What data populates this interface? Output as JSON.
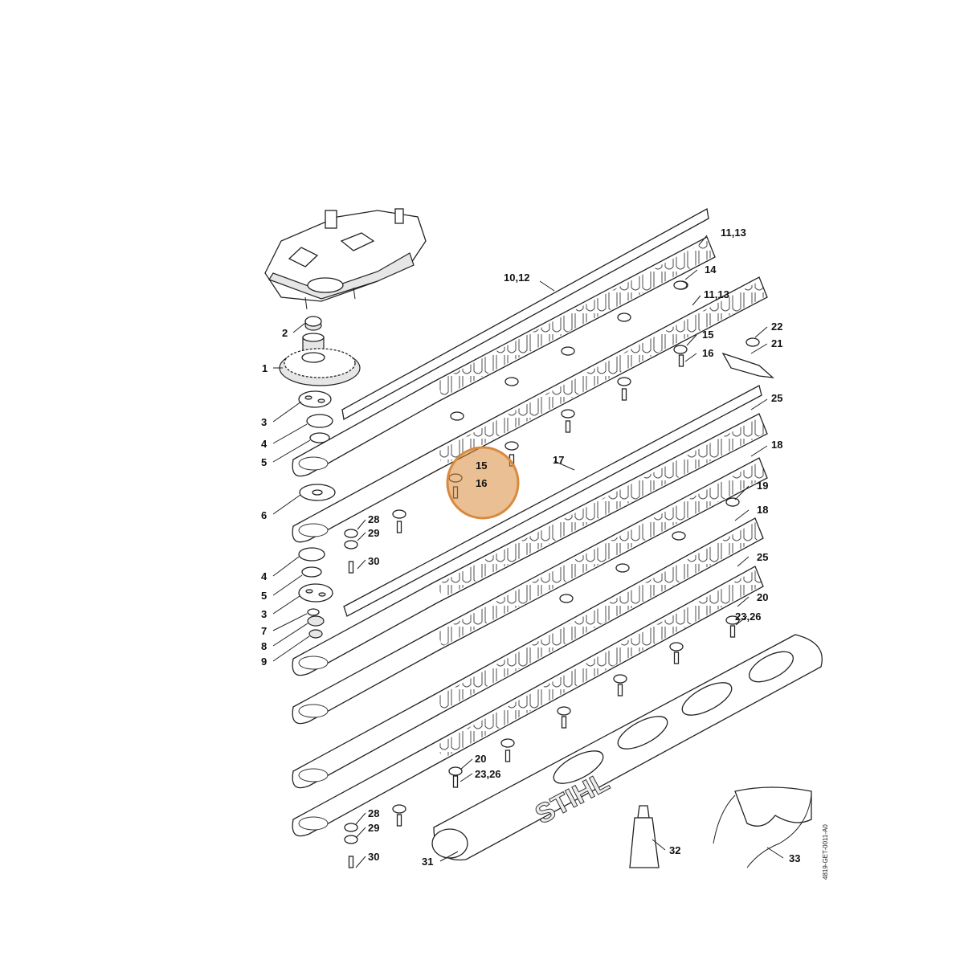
{
  "brand": "STIHL",
  "drawing_code": "4819-GET-0011-A0",
  "highlight": {
    "color": "#d98a3d",
    "marks": [
      "15",
      "16"
    ]
  },
  "labels": {
    "l_11_13_top": "11,13",
    "l_14": "14",
    "l_10_12": "10,12",
    "l_11_13_b": "11,13",
    "l_2": "2",
    "l_1": "1",
    "l_22": "22",
    "l_21": "21",
    "l_15_r": "15",
    "l_16_r": "16",
    "l_3_a": "3",
    "l_4_a": "4",
    "l_5_a": "5",
    "l_25_a": "25",
    "l_18_a": "18",
    "l_17": "17",
    "l_15_c": "15",
    "l_16_c": "16",
    "l_19": "19",
    "l_6": "6",
    "l_18_b": "18",
    "l_28_a": "28",
    "l_29_a": "29",
    "l_30_a": "30",
    "l_25_b": "25",
    "l_4_b": "4",
    "l_5_b": "5",
    "l_20_a": "20",
    "l_3_b": "3",
    "l_23_26_a": "23,26",
    "l_7": "7",
    "l_8": "8",
    "l_9": "9",
    "l_20_b": "20",
    "l_23_26_b": "23,26",
    "l_28_b": "28",
    "l_29_b": "29",
    "l_30_b": "30",
    "l_31": "31",
    "l_32": "32",
    "l_33": "33"
  }
}
